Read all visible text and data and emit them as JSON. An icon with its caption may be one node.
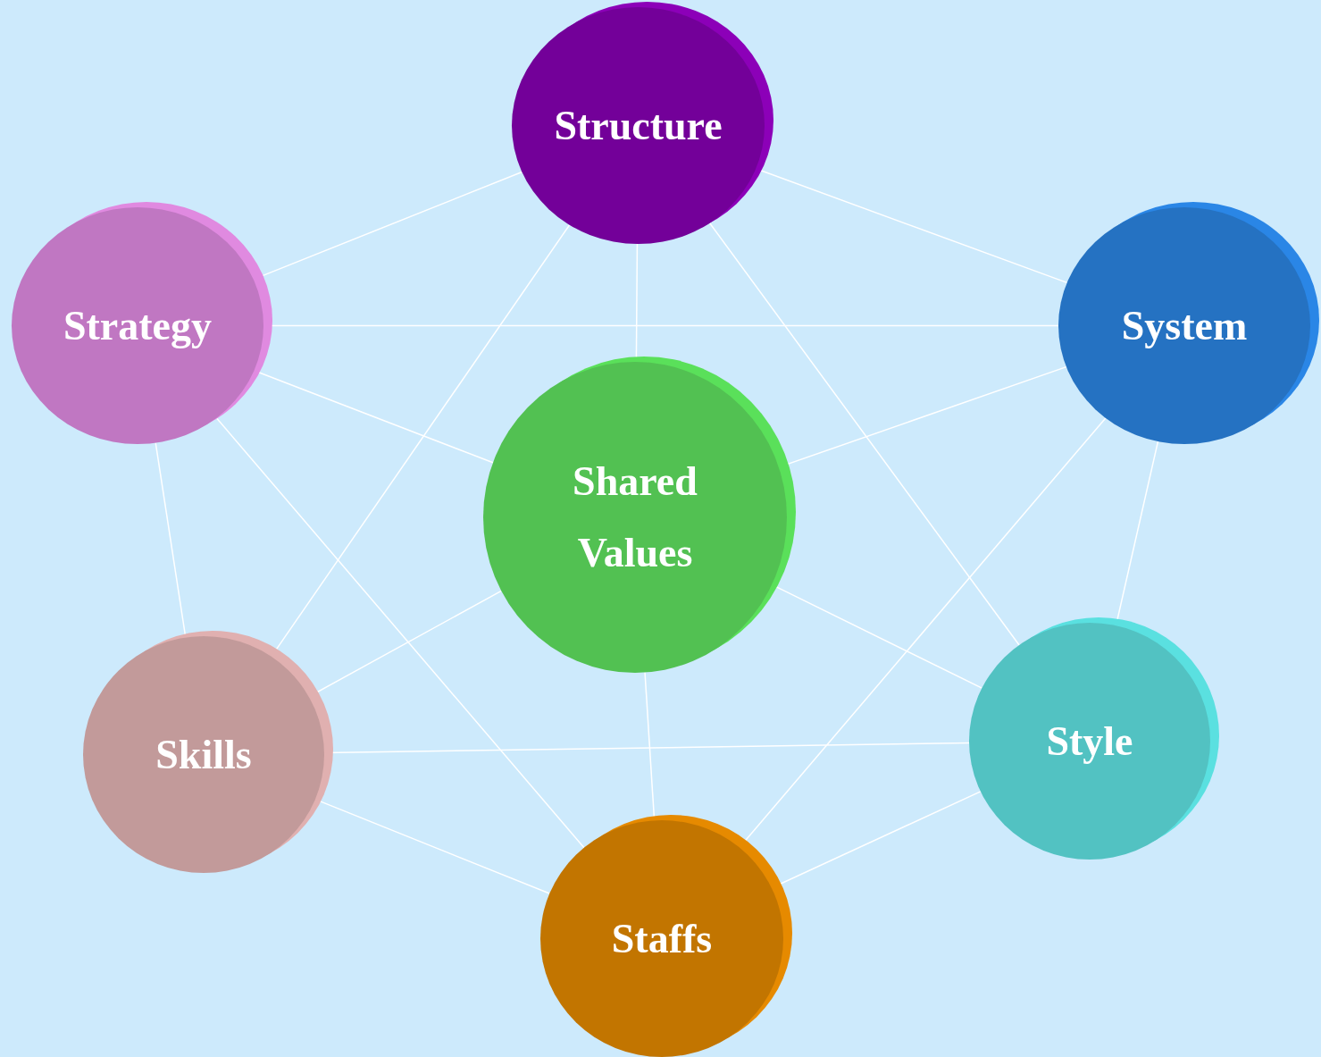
{
  "diagram": {
    "nodes": [
      {
        "text": [
          "Structure"
        ]
      },
      {
        "text": [
          "Strategy"
        ]
      },
      {
        "text": [
          "System"
        ]
      },
      {
        "text": [
          "Shared Values"
        ]
      },
      {
        "text": [
          "Skills"
        ]
      },
      {
        "text": [
          "Style"
        ]
      },
      {
        "text": [
          "Staffs"
        ]
      }
    ],
    "edges": [
      {
        "from": 0,
        "to": 1,
        "arrow": "none"
      },
      {
        "from": 0,
        "to": 2,
        "arrow": "none"
      },
      {
        "from": 0,
        "to": 3,
        "arrow": "none"
      },
      {
        "from": 0,
        "to": 4,
        "arrow": "none"
      },
      {
        "from": 0,
        "to": 5,
        "arrow": "none"
      },
      {
        "from": 1,
        "to": 2,
        "arrow": "none"
      },
      {
        "from": 1,
        "to": 3,
        "arrow": "none"
      },
      {
        "from": 1,
        "to": 4,
        "arrow": "none"
      },
      {
        "from": 1,
        "to": 6,
        "arrow": "none"
      },
      {
        "from": 2,
        "to": 3,
        "arrow": "none"
      },
      {
        "from": 2,
        "to": 6,
        "arrow": "none"
      },
      {
        "from": 2,
        "to": 5,
        "arrow": "none"
      },
      {
        "from": 3,
        "to": 4,
        "arrow": "none"
      },
      {
        "from": 3,
        "to": 5,
        "arrow": "none"
      },
      {
        "from": 3,
        "to": 6,
        "arrow": "none"
      },
      {
        "from": 4,
        "to": 5,
        "arrow": "none"
      },
      {
        "from": 4,
        "to": 6,
        "arrow": "none"
      },
      {
        "from": 5,
        "to": 6,
        "arrow": "none"
      }
    ]
  }
}
